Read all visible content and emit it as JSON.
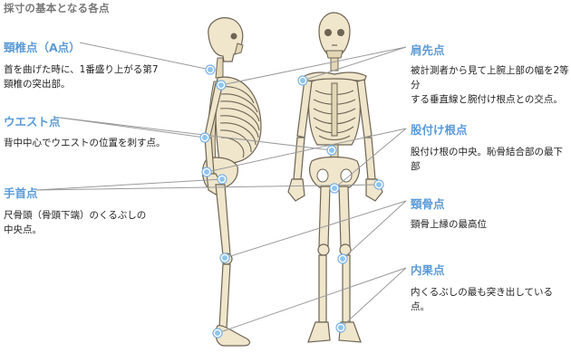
{
  "title": "採寸の基本となる各点",
  "points": {
    "neck": {
      "title": "頸椎点（A点）",
      "desc": "首を曲げた時に、1番盛り上がる第7\n頸椎の突出部。"
    },
    "waist": {
      "title": "ウエスト点",
      "desc": "背中中心でウエストの位置を刺す点。"
    },
    "wrist": {
      "title": "手首点",
      "desc": "尺骨頭（骨頭下端）のくるぶしの\n中央点。"
    },
    "shoulder": {
      "title": "肩先点",
      "desc": "被計測者から見て上腕上部の幅を2等分\nする垂直線と腕付け根点との交点。"
    },
    "crotch": {
      "title": "股付け根点",
      "desc": "股付け根の中央。恥骨結合部の最下部"
    },
    "tibia": {
      "title": "頸骨点",
      "desc": "頸骨上縁の最高位"
    },
    "ankle": {
      "title": "内果点",
      "desc": "内くるぶしの最も突き出している点。"
    }
  },
  "colors": {
    "label_title": "#5a9ad6",
    "marker": "#8ec5f0",
    "bone": "#efe6cc"
  }
}
